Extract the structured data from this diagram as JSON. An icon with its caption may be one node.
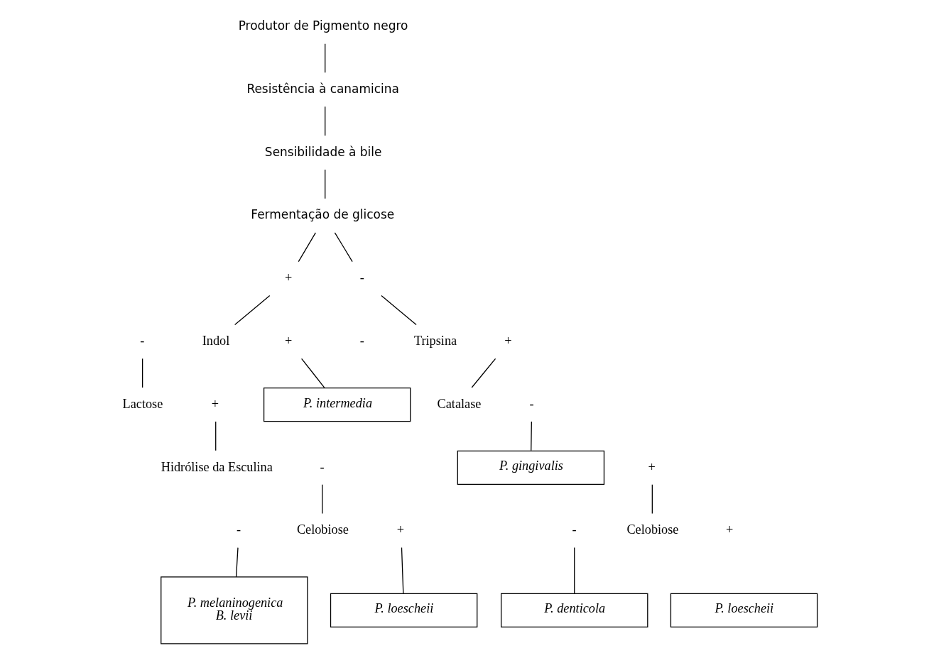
{
  "diagram": {
    "nodes": [
      {
        "text": [
          "Produtor de Pigmento negro"
        ]
      },
      {
        "text": [
          "Resistência à canamicina"
        ]
      },
      {
        "text": [
          "Sensibilidade à bile"
        ]
      },
      {
        "text": [
          "Fermentação de glicose"
        ]
      },
      {
        "text": [
          "+"
        ]
      },
      {
        "text": [
          "-"
        ]
      },
      {
        "text": [
          "-"
        ]
      },
      {
        "text": [
          "Indol"
        ]
      },
      {
        "text": [
          "+"
        ]
      },
      {
        "text": [
          "-"
        ]
      },
      {
        "text": [
          "Tripsina"
        ]
      },
      {
        "text": [
          "+"
        ]
      },
      {
        "text": [
          "Lactose"
        ]
      },
      {
        "text": [
          "+"
        ]
      },
      {
        "text": [
          "P. intermedia"
        ]
      },
      {
        "text": [
          "Catalase"
        ]
      },
      {
        "text": [
          "-"
        ]
      },
      {
        "text": [
          "+"
        ]
      },
      {
        "text": [
          "Hidrólise da Esculina"
        ]
      },
      {
        "text": [
          "-"
        ]
      },
      {
        "text": [
          "P. gingivalis"
        ]
      },
      {
        "text": [
          "-"
        ]
      },
      {
        "text": [
          "Celobiose"
        ]
      },
      {
        "text": [
          "+"
        ]
      },
      {
        "text": [
          "P. denticola"
        ]
      },
      {
        "text": [
          "P. loescheii"
        ]
      },
      {
        "text": [
          "-"
        ]
      },
      {
        "text": [
          "Celobiose"
        ]
      },
      {
        "text": [
          "+"
        ]
      },
      {
        "text": [
          "P. melaninogenica",
          "B. levii"
        ]
      },
      {
        "text": [
          "P. loescheii"
        ]
      }
    ],
    "edges": [
      {
        "from": 0,
        "to": 1,
        "arrow": "none"
      },
      {
        "from": 1,
        "to": 2,
        "arrow": "none"
      },
      {
        "from": 2,
        "to": 3,
        "arrow": "none"
      },
      {
        "from": 3,
        "to": 4,
        "arrow": "none"
      },
      {
        "from": 3,
        "to": 5,
        "arrow": "none"
      },
      {
        "from": 4,
        "to": 7,
        "arrow": "none"
      },
      {
        "from": 5,
        "to": 10,
        "arrow": "none"
      },
      {
        "from": 6,
        "to": 12,
        "arrow": "none"
      },
      {
        "from": 8,
        "to": 14,
        "arrow": "none"
      },
      {
        "from": 11,
        "to": 15,
        "arrow": "none"
      },
      {
        "from": 16,
        "to": 20,
        "arrow": "none"
      },
      {
        "from": 13,
        "to": 18,
        "arrow": "none"
      },
      {
        "from": 17,
        "to": 22,
        "arrow": "none"
      },
      {
        "from": 21,
        "to": 24,
        "arrow": "none"
      },
      {
        "from": 19,
        "to": 27,
        "arrow": "none"
      },
      {
        "from": 26,
        "to": 29,
        "arrow": "none"
      },
      {
        "from": 28,
        "to": 30,
        "arrow": "none"
      }
    ]
  }
}
